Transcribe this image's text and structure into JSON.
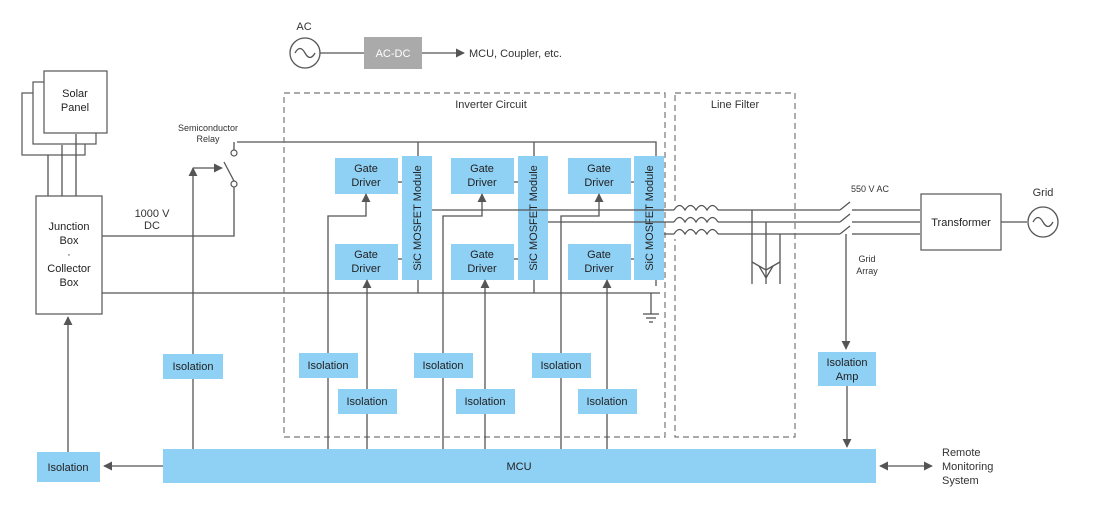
{
  "colors": {
    "block": "#8fd0f5",
    "acdc": "#aaaaaa",
    "line": "#555555"
  },
  "labels": {
    "ac": "AC",
    "acdc": "AC-DC",
    "mcu_coupler": "MCU, Coupler, etc.",
    "solar_panel_1": "Solar",
    "solar_panel_2": "Panel",
    "junction_1": "Junction",
    "junction_2": "Box",
    "junction_3": "·",
    "junction_4": "Collector",
    "junction_5": "Box",
    "dc_1": "1000 V",
    "dc_2": "DC",
    "relay_1": "Semiconductor",
    "relay_2": "Relay",
    "inverter_circuit": "Inverter Circuit",
    "line_filter": "Line Filter",
    "gate_driver_1": "Gate",
    "gate_driver_2": "Driver",
    "sic_module": "SiC MOSFET Module",
    "isolation": "Isolation",
    "isolation_amp_1": "Isolation",
    "isolation_amp_2": "Amp",
    "ac_550": "550 V AC",
    "grid_array_1": "Grid",
    "grid_array_2": "Array",
    "transformer": "Transformer",
    "grid": "Grid",
    "mcu": "MCU",
    "remote_1": "Remote",
    "remote_2": "Monitoring",
    "remote_3": "System"
  }
}
